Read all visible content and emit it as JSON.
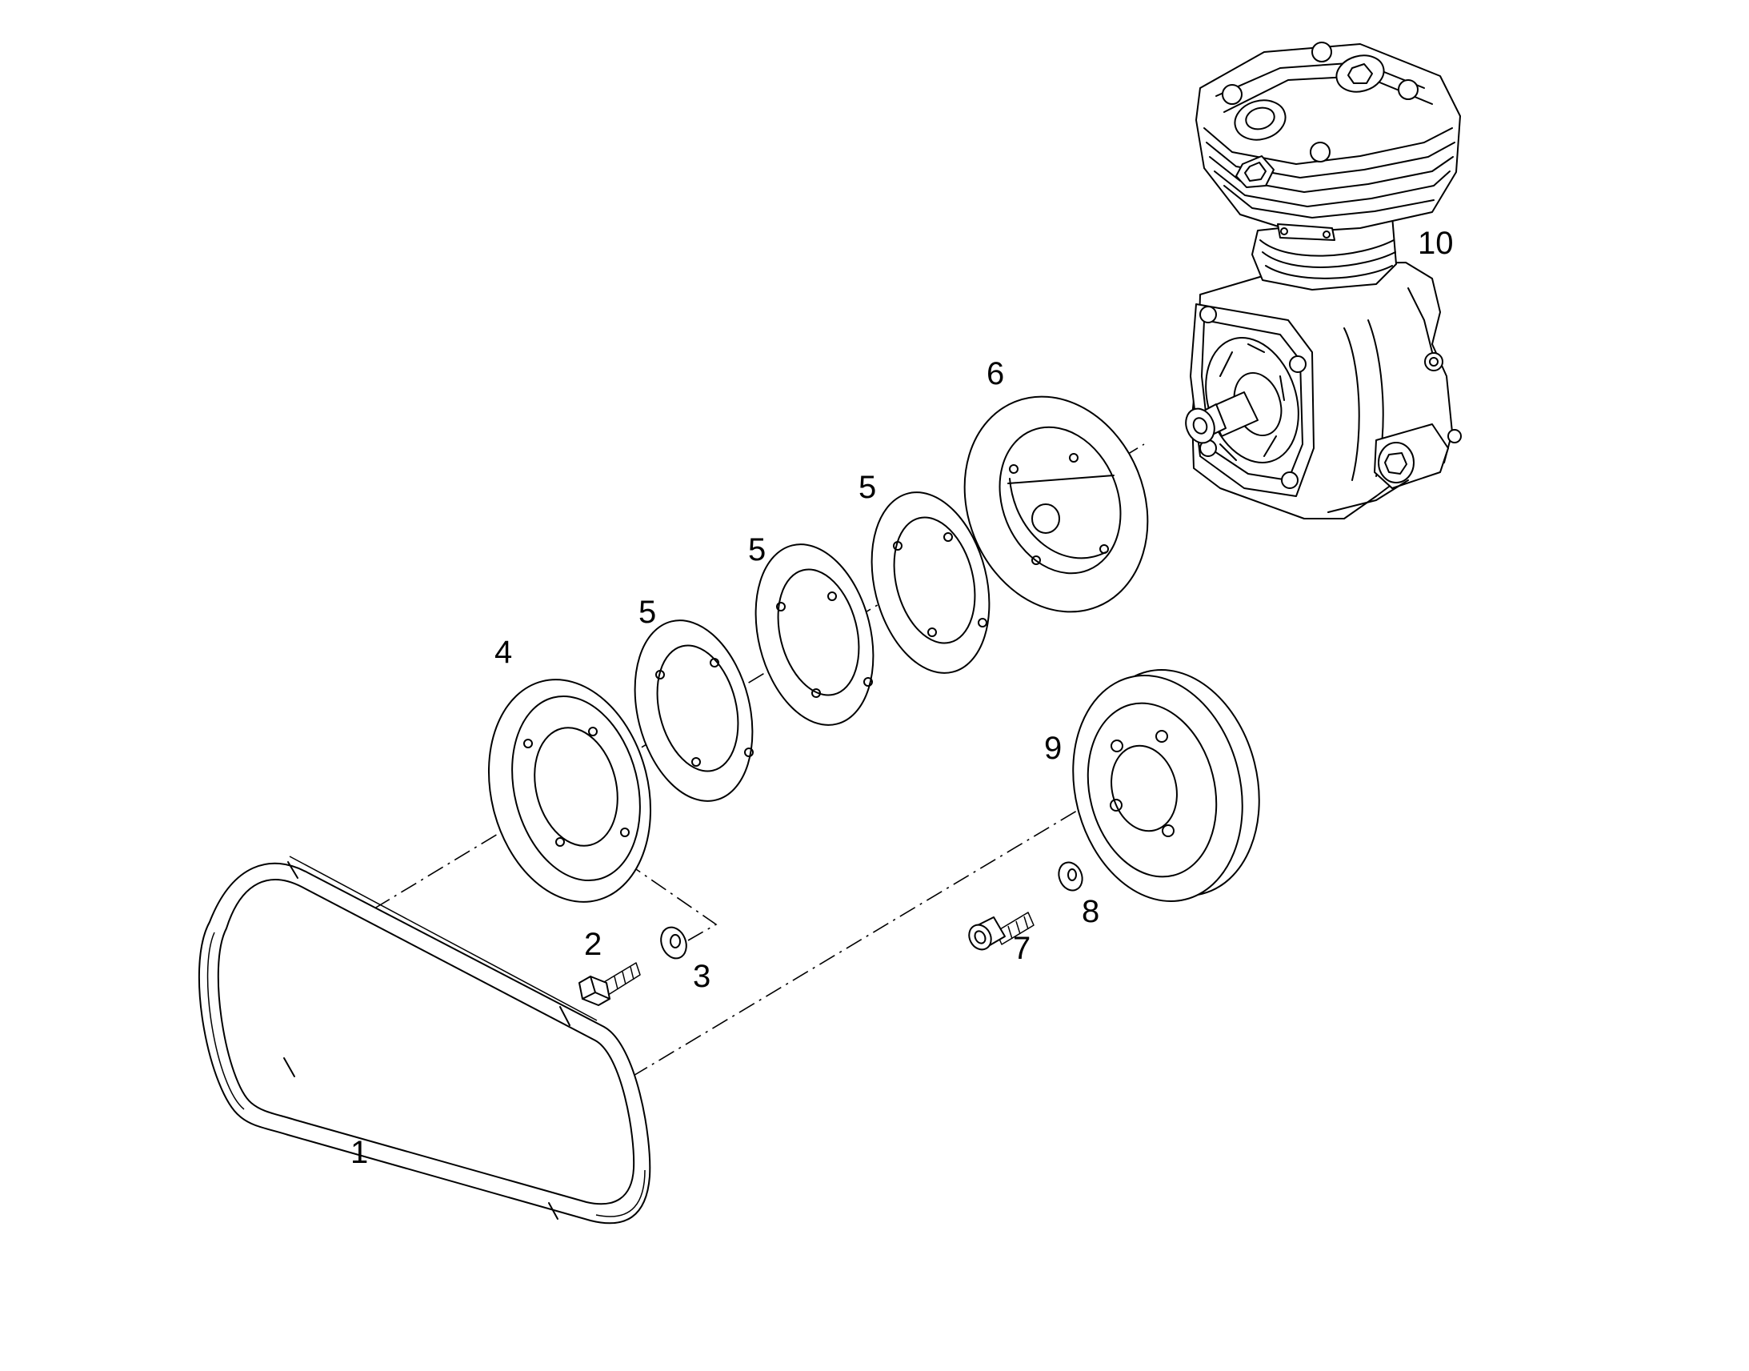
{
  "labels": {
    "p1": "1",
    "p2": "2",
    "p3": "3",
    "p4": "4",
    "p5a": "5",
    "p5b": "5",
    "p5c": "5",
    "p6": "6",
    "p7": "7",
    "p8": "8",
    "p9": "9",
    "p10": "10"
  }
}
